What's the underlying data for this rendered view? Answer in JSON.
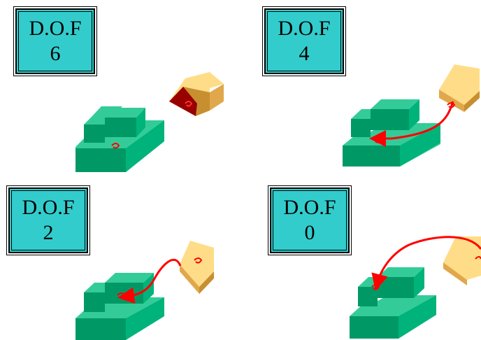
{
  "panels": [
    {
      "label": "D.O.F",
      "value": "6"
    },
    {
      "label": "D.O.F",
      "value": "4"
    },
    {
      "label": "D.O.F",
      "value": "2"
    },
    {
      "label": "D.O.F",
      "value": "0"
    }
  ],
  "colors": {
    "box_fill": "#33cccc",
    "base_top": "#33cc99",
    "base_front": "#009966",
    "base_side": "#00b37a",
    "block_top": "#ffdd88",
    "block_front": "#e0a84a",
    "block_side": "#c88f30",
    "block_highlight": "#990000",
    "arrow": "#ff0000"
  }
}
